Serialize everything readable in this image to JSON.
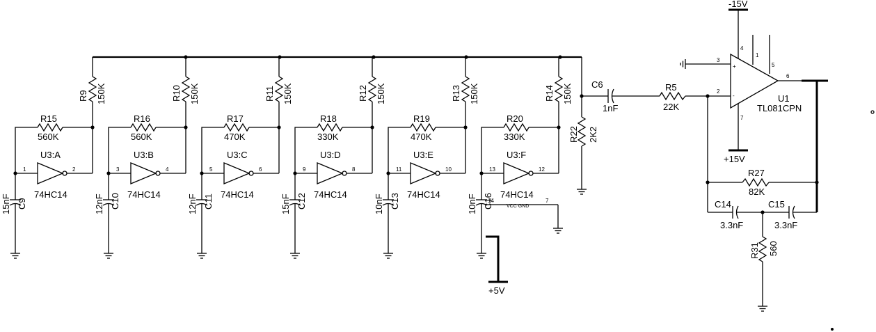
{
  "inverters": [
    {
      "name": "U3:A",
      "part": "74HC14",
      "pin_in": "1",
      "pin_out": "2",
      "r_top": {
        "ref": "R9",
        "val": "150K"
      },
      "r_fb": {
        "ref": "R15",
        "val": "560K"
      },
      "cap": {
        "ref": "C9",
        "val": "15nF"
      }
    },
    {
      "name": "U3:B",
      "part": "74HC14",
      "pin_in": "3",
      "pin_out": "4",
      "r_top": {
        "ref": "R10",
        "val": "150K"
      },
      "r_fb": {
        "ref": "R16",
        "val": "560K"
      },
      "cap": {
        "ref": "C10",
        "val": "12nF"
      }
    },
    {
      "name": "U3:C",
      "part": "74HC14",
      "pin_in": "5",
      "pin_out": "6",
      "r_top": {
        "ref": "R11",
        "val": "150K"
      },
      "r_fb": {
        "ref": "R17",
        "val": "470K"
      },
      "cap": {
        "ref": "C11",
        "val": "12nF"
      }
    },
    {
      "name": "U3:D",
      "part": "74HC14",
      "pin_in": "9",
      "pin_out": "8",
      "r_top": {
        "ref": "R12",
        "val": "150K"
      },
      "r_fb": {
        "ref": "R18",
        "val": "330K"
      },
      "cap": {
        "ref": "C12",
        "val": "15nF"
      }
    },
    {
      "name": "U3:E",
      "part": "74HC14",
      "pin_in": "11",
      "pin_out": "10",
      "r_top": {
        "ref": "R13",
        "val": "150K"
      },
      "r_fb": {
        "ref": "R19",
        "val": "470K"
      },
      "cap": {
        "ref": "C13",
        "val": "10nF"
      }
    },
    {
      "name": "U3:F",
      "part": "74HC14",
      "pin_in": "13",
      "pin_out": "12",
      "r_top": {
        "ref": "R14",
        "val": "150K"
      },
      "r_fb": {
        "ref": "R20",
        "val": "330K"
      },
      "cap": {
        "ref": "C16",
        "val": "10nF"
      }
    }
  ],
  "supply_pins": {
    "vcc_pin": "14",
    "gnd_pin": "7",
    "label": "VCC GND",
    "vcc_rail": "+5V"
  },
  "r22": {
    "ref": "R22",
    "val": "2K2"
  },
  "c6": {
    "ref": "C6",
    "val": "1nF"
  },
  "r5": {
    "ref": "R5",
    "val": "22K"
  },
  "opamp": {
    "ref": "U1",
    "part": "TL081CPN",
    "pins": {
      "v_neg": "4",
      "offset": "1",
      "non_inv": "3",
      "inv": "2",
      "comp": "5",
      "out": "6",
      "v_pos": "7"
    },
    "rail_neg": "-15V",
    "rail_pos": "+15V"
  },
  "r27": {
    "ref": "R27",
    "val": "82K"
  },
  "c14": {
    "ref": "C14",
    "val": "3.3nF"
  },
  "c15": {
    "ref": "C15",
    "val": "3.3nF"
  },
  "r31": {
    "ref": "R31",
    "val": "560"
  }
}
